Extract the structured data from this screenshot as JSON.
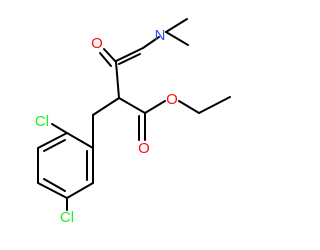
{
  "colors": {
    "bond": "#000000",
    "nitrogen": "#3050f8",
    "oxygen": "#ff0d0d",
    "chlorine": "#1ff01f"
  },
  "atoms": {
    "n": "N",
    "o_ketone": "O",
    "o_carbonyl": "O",
    "o_ester": "O",
    "cl_2": "Cl",
    "cl_4": "Cl"
  }
}
